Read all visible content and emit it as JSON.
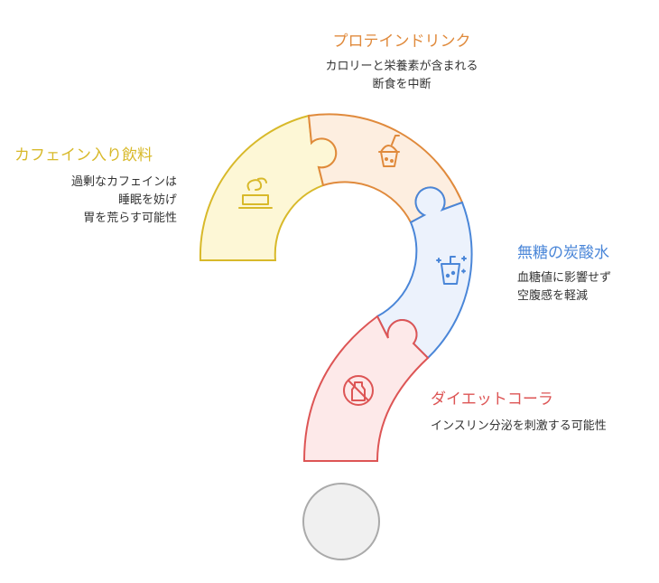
{
  "colors": {
    "protein": "#e08a3c",
    "caffeine": "#d8b92a",
    "carbonated": "#4a86d8",
    "diet": "#dd5555",
    "ball": "#aaaaaa"
  },
  "items": {
    "protein": {
      "title": "プロテインドリンク",
      "desc_line1": "カロリーと栄養素が含まれる",
      "desc_line2": "断食を中断",
      "icon": "bubble-tea-icon"
    },
    "caffeine": {
      "title": "カフェイン入り飲料",
      "desc_line1": "過剰なカフェインは",
      "desc_line2": "睡眠を妨げ",
      "desc_line3": "胃を荒らす可能性",
      "icon": "coffee-cup-icon"
    },
    "carbonated": {
      "title": "無糖の炭酸水",
      "desc_line1": "血糖値に影響せず",
      "desc_line2": "空腹感を軽減",
      "icon": "sparkling-glass-icon"
    },
    "diet": {
      "title": "ダイエットコーラ",
      "desc_line1": "インスリン分泌を刺激する可能性",
      "icon": "no-soda-icon"
    }
  }
}
